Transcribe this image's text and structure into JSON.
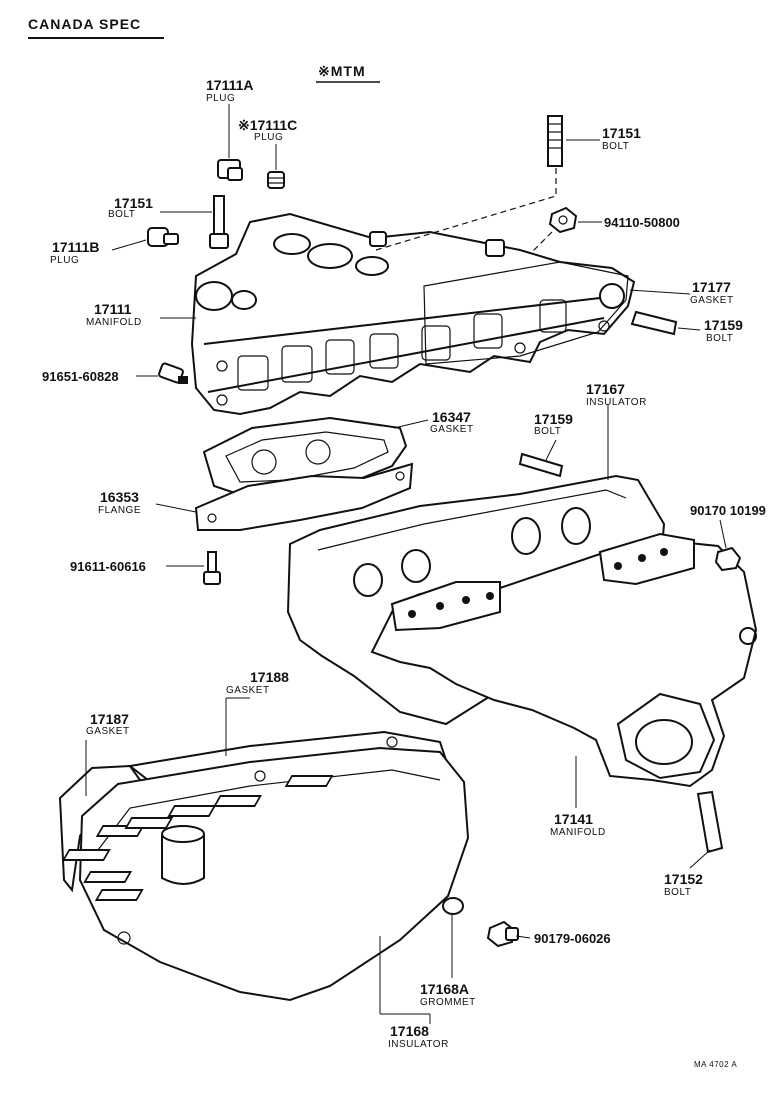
{
  "header": {
    "spec": "CANADA SPEC",
    "variant": "※MTM"
  },
  "footer": {
    "code": "MA 4702 A"
  },
  "parts": {
    "p17111A": {
      "number": "17111A",
      "name": "PLUG"
    },
    "p17111C": {
      "number": "※17111C",
      "name": "PLUG"
    },
    "p17151a": {
      "number": "17151",
      "name": "BOLT"
    },
    "p17151b": {
      "number": "17151",
      "name": "BOLT"
    },
    "p17111B": {
      "number": "17111B",
      "name": "PLUG"
    },
    "p17111": {
      "number": "17111",
      "name": "MANIFOLD"
    },
    "p91651": {
      "number": "91651-60828",
      "name": ""
    },
    "p94110": {
      "number": "94110-50800",
      "name": ""
    },
    "p17177": {
      "number": "17177",
      "name": "GASKET"
    },
    "p17159a": {
      "number": "17159",
      "name": "BOLT"
    },
    "p16347": {
      "number": "16347",
      "name": "GASKET"
    },
    "p17167": {
      "number": "17167",
      "name": "INSULATOR"
    },
    "p17159b": {
      "number": "17159",
      "name": "BOLT"
    },
    "p16353": {
      "number": "16353",
      "name": "FLANGE"
    },
    "p90170": {
      "number": "90170 10199",
      "name": ""
    },
    "p91611": {
      "number": "91611-60616",
      "name": ""
    },
    "p17188": {
      "number": "17188",
      "name": "GASKET"
    },
    "p17187": {
      "number": "17187",
      "name": "GASKET"
    },
    "p17141": {
      "number": "17141",
      "name": "MANIFOLD"
    },
    "p17152": {
      "number": "17152",
      "name": "BOLT"
    },
    "p90179": {
      "number": "90179-06026",
      "name": ""
    },
    "p17168A": {
      "number": "17168A",
      "name": "GROMMET"
    },
    "p17168": {
      "number": "17168",
      "name": "INSULATOR"
    }
  }
}
